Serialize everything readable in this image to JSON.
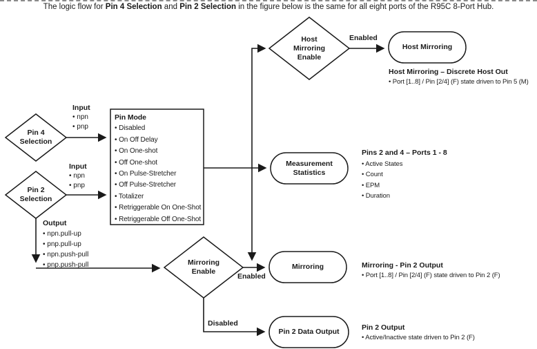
{
  "title": {
    "prefix": "The logic flow for ",
    "bold1": "Pin 4 Selection",
    "middle": " and ",
    "bold2": "Pin 2 Selection",
    "suffix": " in the figure below is the same for all eight ports of the R95C 8-Port Hub."
  },
  "decisions": {
    "pin4": {
      "line1": "Pin 4",
      "line2": "Selection"
    },
    "pin2": {
      "line1": "Pin 2",
      "line2": "Selection"
    },
    "host_mirroring_enable": {
      "line1": "Host",
      "line2": "Mirroring",
      "line3": "Enable"
    },
    "mirroring_enable": {
      "line1": "Mirroring",
      "line2": "Enable"
    }
  },
  "pin_mode_box": {
    "heading": "Pin Mode",
    "items": [
      "Disabled",
      "On Off Delay",
      "On One-shot",
      "Off One-shot",
      "On Pulse-Stretcher",
      "Off Pulse-Stretcher",
      "Totalizer",
      "Retriggerable On One-Shot",
      "Retriggerable Off One-Shot"
    ]
  },
  "io_labels": {
    "pin4_input": {
      "heading": "Input",
      "items": [
        "npn",
        "pnp"
      ]
    },
    "pin2_input": {
      "heading": "Input",
      "items": [
        "npn",
        "pnp"
      ]
    },
    "pin2_output": {
      "heading": "Output",
      "items": [
        "npn.pull-up",
        "pnp.pull-up",
        "npn.push-pull",
        "pnp.push-pull"
      ]
    }
  },
  "edge_labels": {
    "host_enabled": "Enabled",
    "mirroring_enabled": "Enabled",
    "mirroring_disabled": "Disabled"
  },
  "terminals": {
    "host_mirroring": "Host Mirroring",
    "measurement_statistics": {
      "line1": "Measurement",
      "line2": "Statistics"
    },
    "mirroring": "Mirroring",
    "pin2_data_output": "Pin 2 Data Output"
  },
  "notes": {
    "host_mirroring": {
      "heading": "Host Mirroring – Discrete Host Out",
      "items": [
        "Port [1..8] / Pin [2/4] (F) state driven to Pin 5 (M)"
      ]
    },
    "statistics": {
      "heading": "Pins 2 and 4 – Ports 1 - 8",
      "items": [
        "Active States",
        "Count",
        "EPM",
        "Duration"
      ]
    },
    "mirroring": {
      "heading": "Mirroring - Pin 2 Output",
      "items": [
        "Port [1..8] / Pin [2/4] (F) state driven to Pin 2 (F)"
      ]
    },
    "pin2_output": {
      "heading": "Pin 2 Output",
      "items": [
        "Active/Inactive state driven to Pin 2 (F)"
      ]
    }
  },
  "colors": {
    "line": "#1a1a1a",
    "text": "#1a1a1a",
    "background": "#ffffff",
    "top_rule": "#8a8a8a"
  }
}
